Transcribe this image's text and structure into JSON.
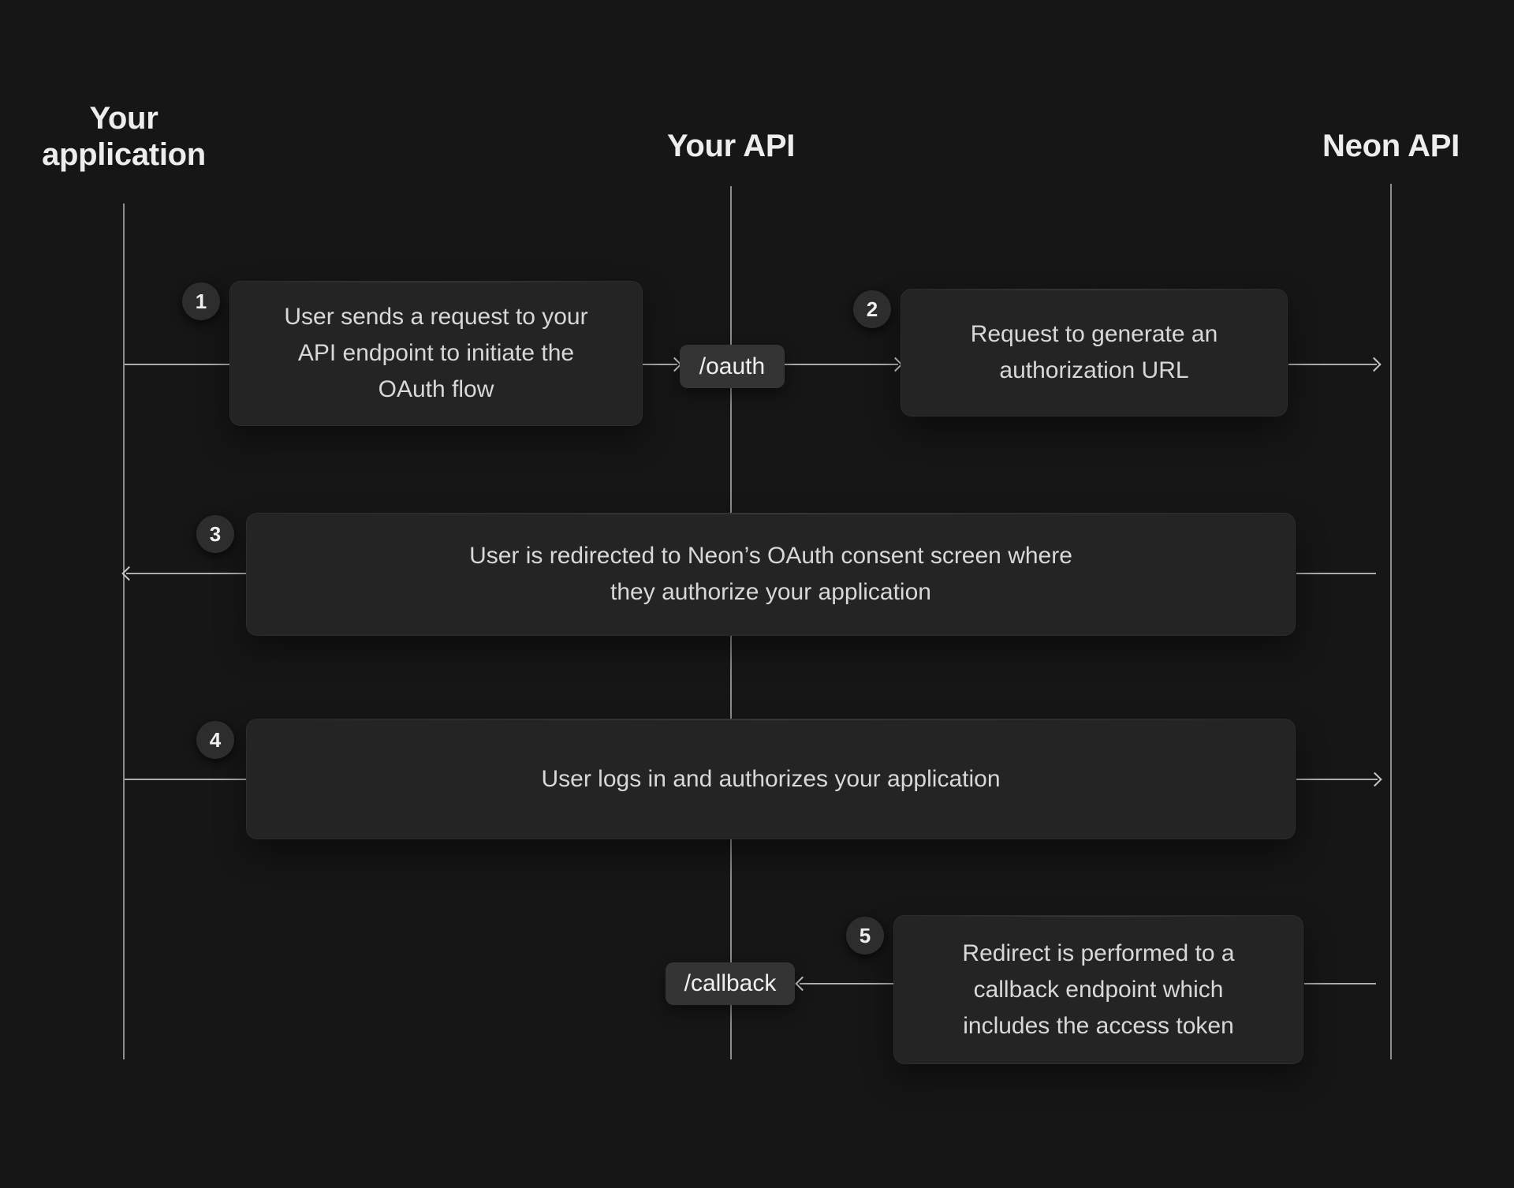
{
  "diagram": {
    "actors": [
      {
        "id": "your-application",
        "label": "Your application"
      },
      {
        "id": "your-api",
        "label": "Your API"
      },
      {
        "id": "neon-api",
        "label": "Neon API"
      }
    ],
    "steps": [
      {
        "number": "1",
        "from": "your-application",
        "to": "your-api",
        "lines": [
          "User sends a request to your",
          "API endpoint to initiate the",
          "OAuth flow"
        ]
      },
      {
        "number": "2",
        "from": "your-api",
        "to": "neon-api",
        "lines": [
          "Request to generate an",
          "authorization URL"
        ]
      },
      {
        "number": "3",
        "from": "neon-api",
        "to": "your-application",
        "lines": [
          "User is redirected to Neon’s OAuth consent screen where",
          "they authorize your application"
        ]
      },
      {
        "number": "4",
        "from": "your-application",
        "to": "neon-api",
        "lines": [
          "User logs in and authorizes your application"
        ]
      },
      {
        "number": "5",
        "from": "neon-api",
        "to": "your-api",
        "lines": [
          "Redirect is performed to a",
          "callback endpoint which",
          "includes the access token"
        ]
      }
    ],
    "endpoints": [
      {
        "id": "oauth",
        "label": "/oauth",
        "on": "your-api"
      },
      {
        "id": "callback",
        "label": "/callback",
        "on": "your-api"
      }
    ],
    "colors": {
      "background": "#161616",
      "card": "#242424",
      "endpoint_chip": "#343434",
      "badge": "#2d2d2d",
      "lifeline": "#8d8d8d",
      "arrow": "#c6c6c6",
      "heading_text": "#ededed",
      "body_text": "#d8d8d8"
    }
  }
}
